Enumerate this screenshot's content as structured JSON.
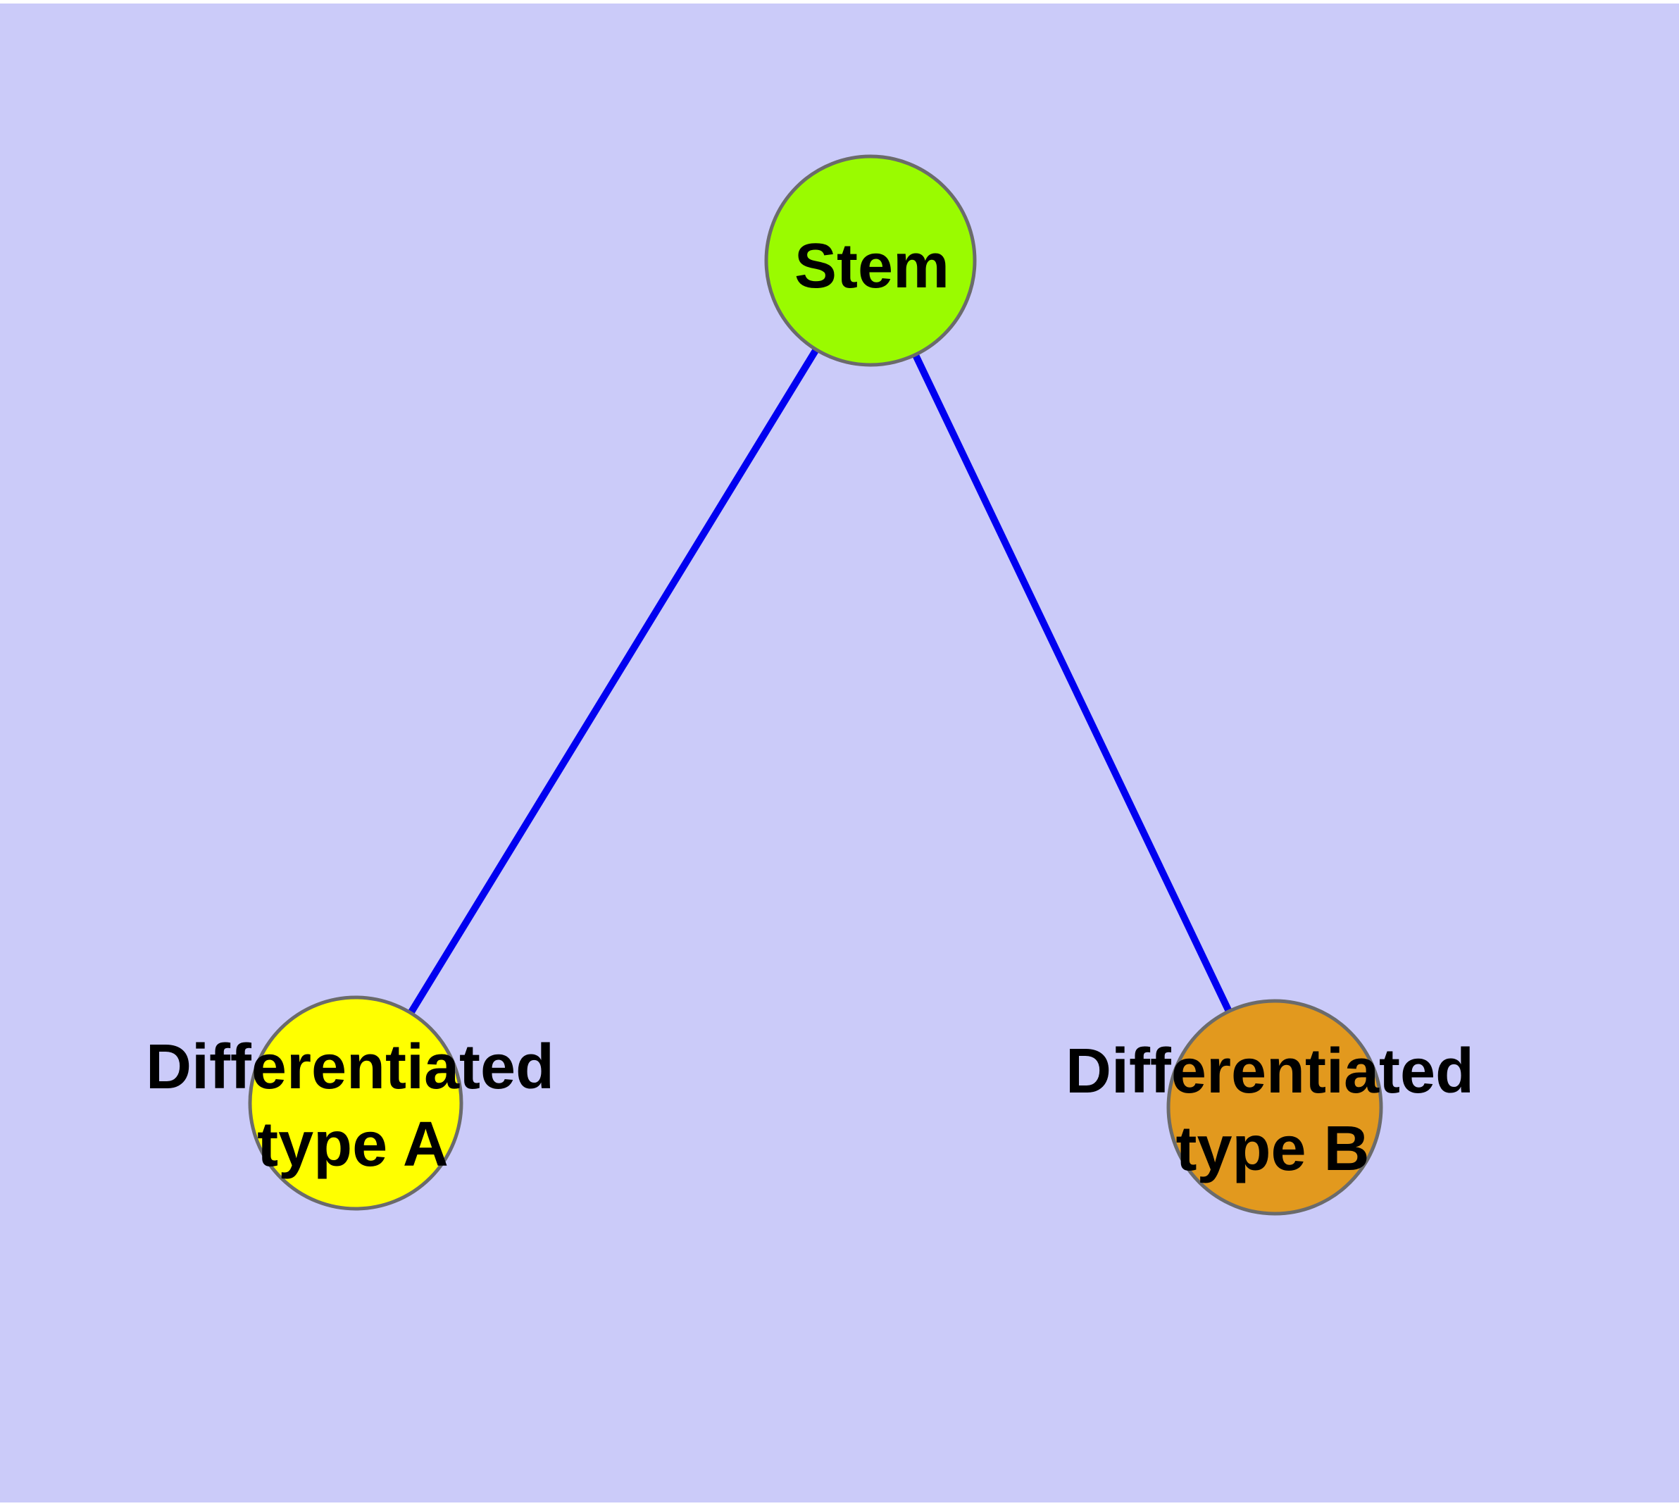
{
  "diagram_type": "node-link-graph",
  "canvas": {
    "background": "#CBCBF9",
    "page_margin_color": "#FFFFFF"
  },
  "colors": {
    "edge": "#0000F0",
    "node_border": "#6B6B6B",
    "label": "#000000"
  },
  "nodes": [
    {
      "id": "stem",
      "label": "Stem",
      "color": "#9AFB00"
    },
    {
      "id": "type-a",
      "label": "Differentiated type A",
      "label_line1": "Differentiated",
      "label_line2": "type A",
      "color": "#FFFF00"
    },
    {
      "id": "type-b",
      "label": "Differentiated type B",
      "label_line1": "Differentiated",
      "label_line2": "type B",
      "color": "#E2991E"
    }
  ],
  "edges": [
    {
      "source": "stem",
      "target": "type-a"
    },
    {
      "source": "stem",
      "target": "type-b"
    }
  ]
}
